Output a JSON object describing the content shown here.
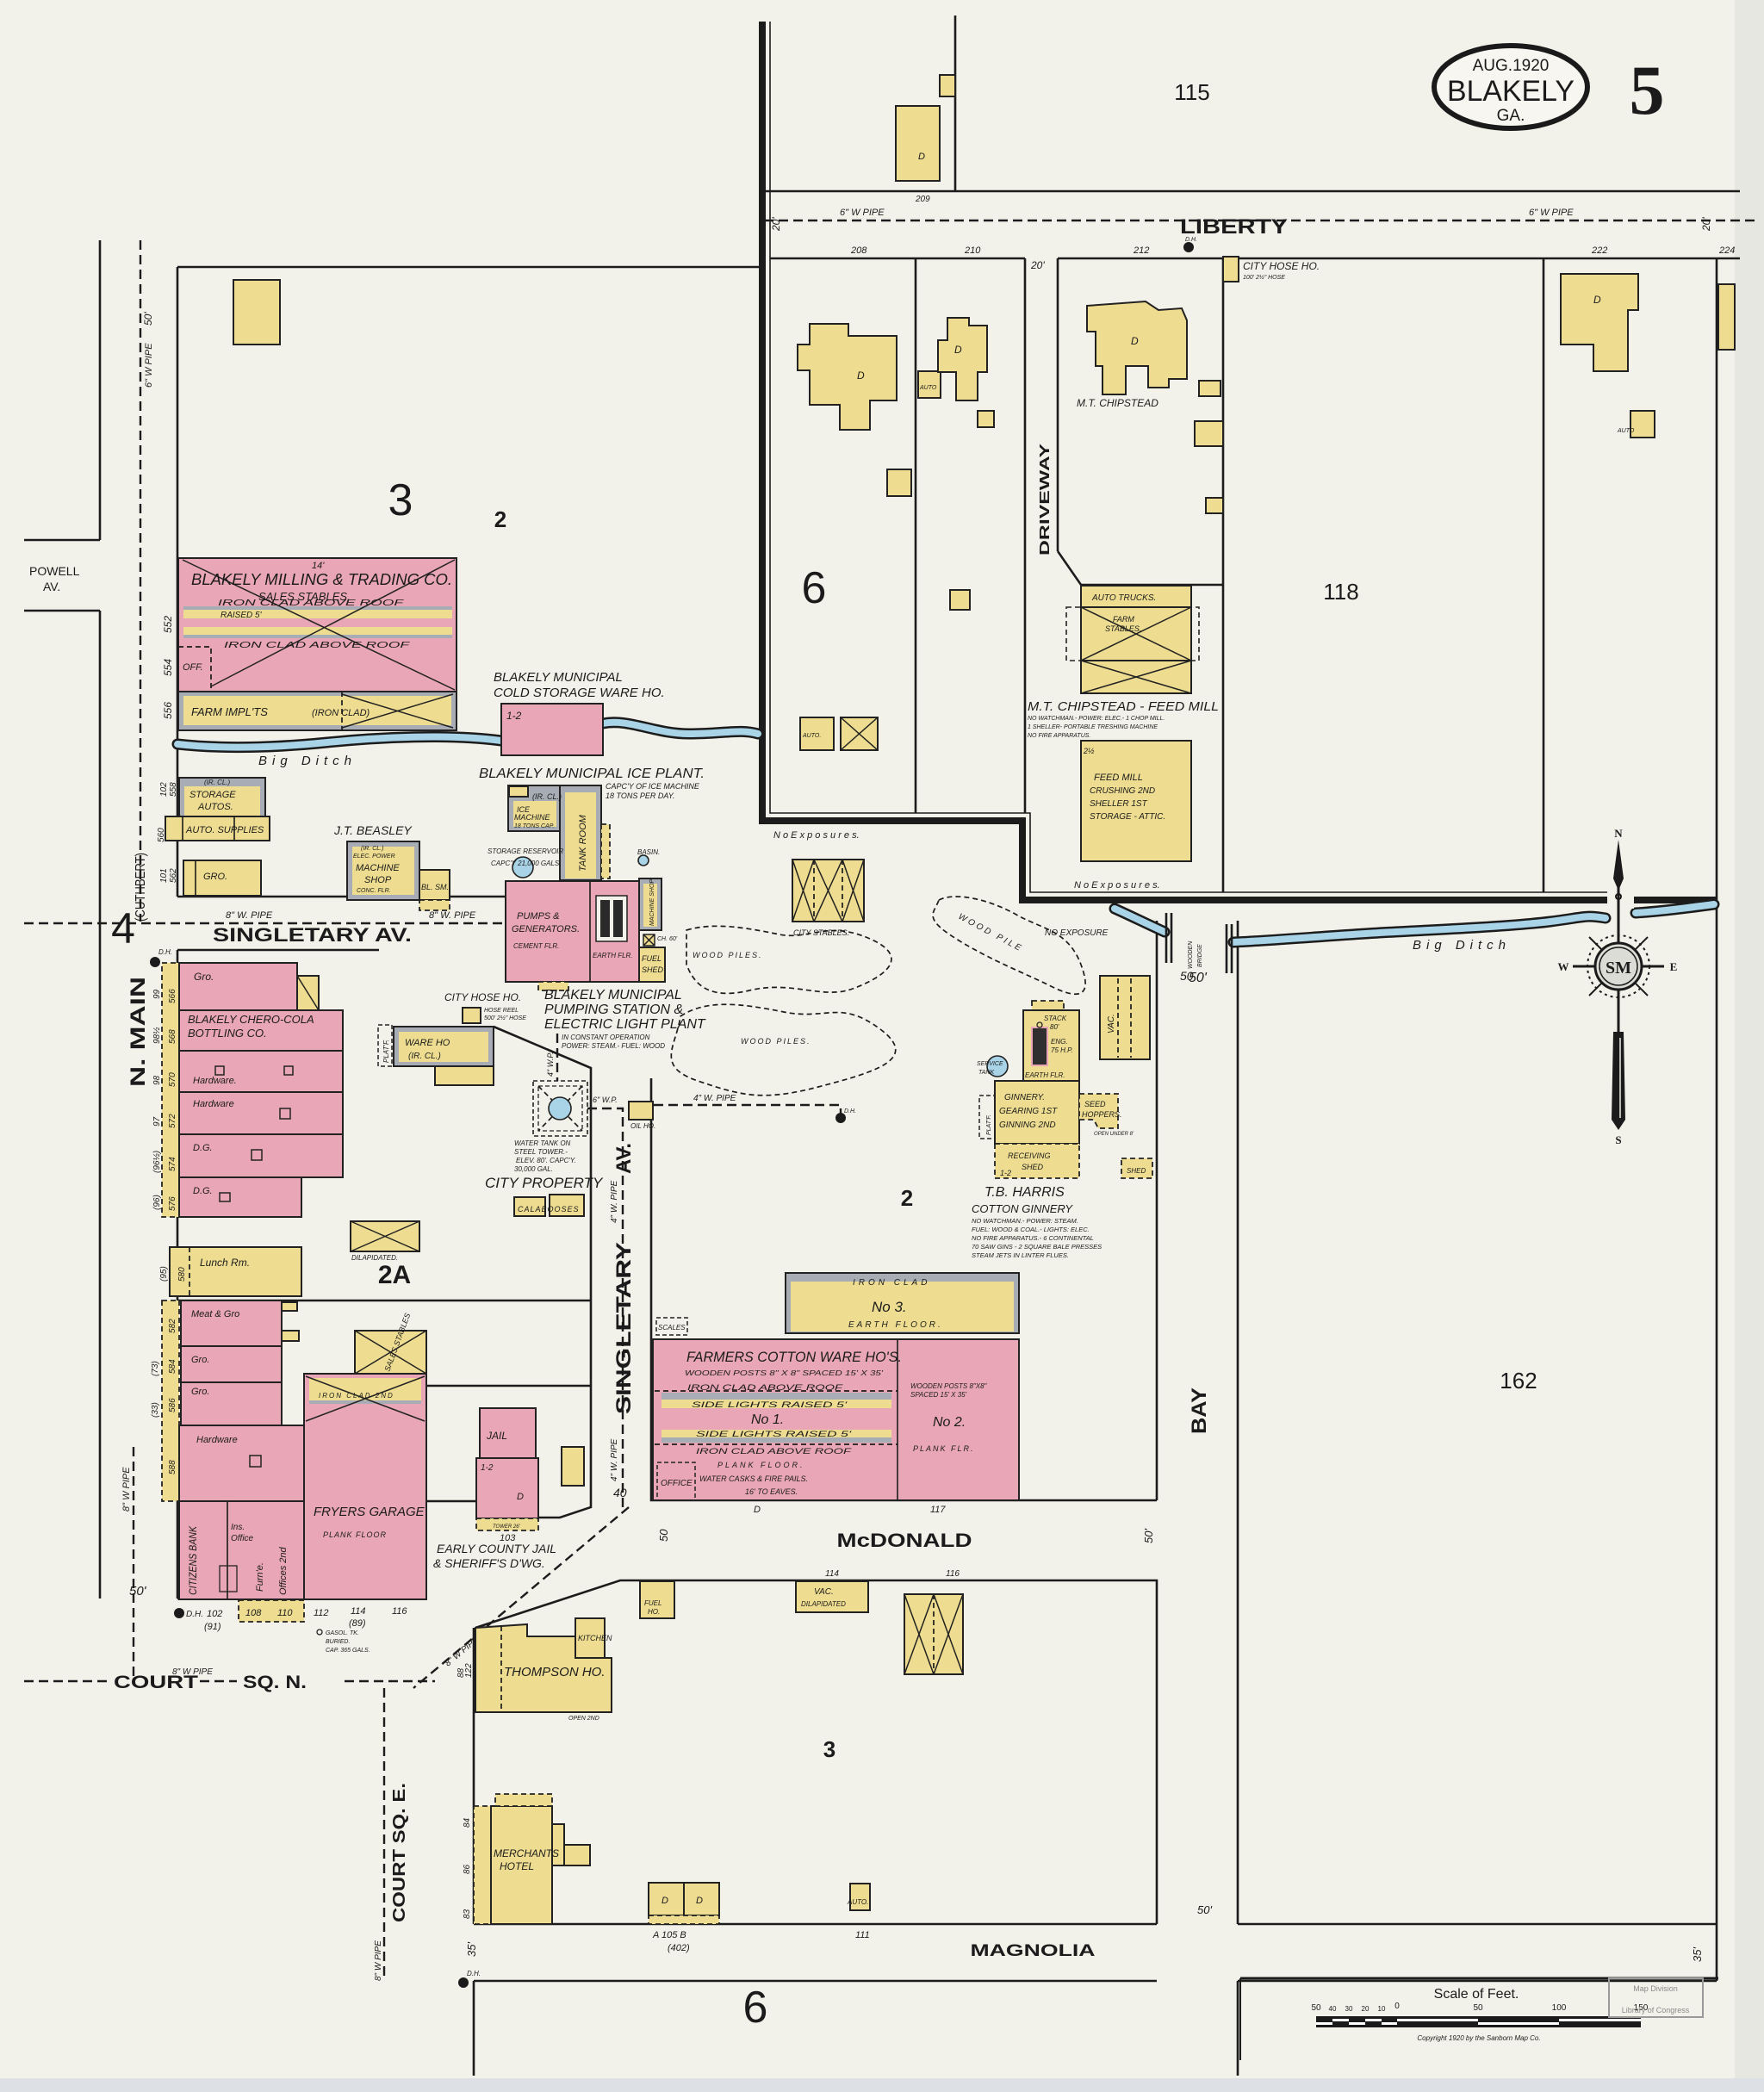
{
  "cartouche": {
    "date": "AUG.1920",
    "city": "BLAKELY",
    "state": "GA.",
    "sheet_number": "5"
  },
  "block_numbers": {
    "b115": "115",
    "b3_north": "3",
    "b2_north": "2",
    "b6_north": "6",
    "b118": "118",
    "b4": "4",
    "b2a": "2A",
    "b2_center": "2",
    "b162": "162",
    "b3_south": "3",
    "b6_south": "6"
  },
  "streets": {
    "liberty": "LIBERTY",
    "powell_1": "POWELL",
    "powell_2": "AV.",
    "singletary_av": "SINGLETARY   AV.",
    "n_main": "N. MAIN",
    "cuthbert": "(CUTHBERT)",
    "singletary_ns": "SINGLETARY",
    "singletary_ns_av": "AV.",
    "driveway": "DRIVEWAY",
    "bay": "BAY",
    "mcdonald": "McDONALD",
    "court_sq_n_1": "COURT",
    "court_sq_n_2": "SQ. N.",
    "court_sq_e": "COURT  SQ. E.",
    "magnolia": "MAGNOLIA"
  },
  "water_pipes": {
    "liberty_w": "6\" W PIPE",
    "liberty_e": "6\" W PIPE",
    "n_main_north": "6\" W PIPE",
    "singletary_w": "8\" W. PIPE",
    "singletary_e": "8\" W. PIPE",
    "tank_east": "6\" W.P.",
    "tank_north": "4\" W.P.",
    "singletary_ns_1": "4\" W. PIPE",
    "singletary_ns_2": "4\" W. PIPE",
    "ginnery_line": "4\" W. PIPE",
    "n_main_south": "8\" W PIPE",
    "court_sq_n": "8\" W PIPE",
    "diagonal": "8\" W PIPE",
    "court_sq_e": "8\" W PIPE"
  },
  "waterways": {
    "ditch_west": "Big Ditch",
    "ditch_east": "Big Ditch"
  },
  "hydrant_label": "D.H.",
  "dimensions": {
    "d50_top_left": "50'",
    "d20_liberty_w": "20'",
    "d20_liberty_e": "20'",
    "d20_driveway": "20'",
    "d50_bridge": "50'",
    "d50_ginnery": "50",
    "d40_singletary": "40",
    "d50_singletary": "50",
    "d50_mcdonald": "50'",
    "d50_court": "50'",
    "d35_magnolia": "35'",
    "d50_magnolia": "50'",
    "d35_right": "35'",
    "d14": "14'"
  },
  "addresses": {
    "liberty": {
      "a208": "208",
      "a209": "209",
      "a210": "210",
      "a212": "212",
      "a222": "222",
      "a224": "224"
    },
    "n_main": {
      "a552": "552",
      "a554": "554",
      "a556": "556",
      "a558": "558",
      "a102": "102",
      "a560": "560",
      "a101": "101",
      "a562": "562",
      "a566": "566",
      "a568": "568",
      "a570": "570",
      "a572": "572",
      "a574": "574",
      "a576": "576",
      "o99": "99",
      "o98h": "98½",
      "o98": "98",
      "o97": "97",
      "o96h": "(96½)",
      "o96": "(96)",
      "a580": "580",
      "o95": "(95)",
      "a582": "582",
      "a584": "584",
      "a586": "586",
      "a588": "588",
      "o73": "(73)",
      "o33": "(33)"
    },
    "court_sq_n": {
      "a102": "102",
      "o91": "(91)",
      "a108": "108",
      "a110": "110",
      "a112": "112",
      "a114": "114",
      "o89": "(89)",
      "a116": "116"
    },
    "mcdonald": {
      "a_d": "D",
      "a117": "117",
      "a114": "114",
      "a116": "116"
    },
    "court_sq_e": {
      "a88": "88",
      "a122": "122",
      "a84": "84",
      "a86": "86",
      "a83": "83"
    },
    "magnolia": {
      "a105": "A   105   B",
      "o402": "(402)",
      "a111": "111"
    },
    "jail": {
      "a103": "103"
    }
  },
  "milling": {
    "name": "BLAKELY MILLING & TRADING CO.",
    "sub": "SALES STABLES.",
    "ic1": "IRON CLAD ABOVE ROOF",
    "raised": "RAISED 5'",
    "ic2": "IRON CLAD ABOVE ROOF",
    "off": "OFF.",
    "farm": "FARM IMPL'TS",
    "farm_ic": "(IRON CLAD)"
  },
  "cold_storage": {
    "line1": "BLAKELY MUNICIPAL",
    "line2": "COLD STORAGE WARE HO.",
    "stories": "1-2"
  },
  "ice_plant": {
    "title": "BLAKELY MUNICIPAL ICE PLANT.",
    "cap1": "CAPC'Y OF ICE MACHINE",
    "cap2": "18 TONS PER DAY.",
    "ice_1": "ICE",
    "ice_2": "MACHINE",
    "ice_3": "18 TONS CAP.",
    "ir_cl": "(IR.   CL.)",
    "tank_room": "TANK ROOM",
    "reservoir_1": "STORAGE RESERVOIR",
    "reservoir_2": "CAPC'Y 21,000 GALS.",
    "basin": "BASIN.",
    "pumps_1": "PUMPS &",
    "pumps_2": "GENERATORS.",
    "cement": "CEMENT FLR.",
    "earth": "EARTH FLR.",
    "machine_shop": "MACHINE SHOP",
    "chimney": "CH. 60'",
    "fuel_1": "FUEL",
    "fuel_2": "SHED",
    "wood_piles_1": "WOOD PILES.",
    "wood_piles_2": "WOOD PILES."
  },
  "pumping_station": {
    "l1": "BLAKELY MUNICIPAL",
    "l2": "PUMPING STATION &",
    "l3": "ELECTRIC LIGHT PLANT",
    "n1": "IN CONSTANT OPERATION",
    "n2": "POWER: STEAM.- FUEL: WOOD",
    "tank_1": "WATER TANK ON",
    "tank_2": "STEEL TOWER.-",
    "tank_3": "ELEV. 80'. CAPC'Y.",
    "tank_4": "30,000 GAL."
  },
  "city_property": {
    "label": "CITY PROPERTY",
    "calabooses": "CALABOOSES",
    "hose_ho": "CITY HOSE HO.",
    "hose_1": "HOSE REEL",
    "hose_2": "500' 2½\" HOSE",
    "ware_1": "WARE HO",
    "ware_2": "(IR. CL.)",
    "platf": "PLAT'F.",
    "oil": "OIL HO."
  },
  "beasley": {
    "name": "J.T. BEASLEY",
    "ircl": "(IR. CL.)",
    "power": "ELEC. POWER",
    "shop_1": "MACHINE",
    "shop_2": "SHOP",
    "floor": "CONC. FLR.",
    "bl_sm": "BL. SM."
  },
  "n_main_north": {
    "storage_ircl": "(IR. CL.)",
    "storage_1": "STORAGE",
    "storage_2": "AUTOS.",
    "auto_supplies": "AUTO. SUPPLIES",
    "gro": "GRO."
  },
  "n_main_block": {
    "gro": "Gro.",
    "chero_1": "BLAKELY CHERO-COLA",
    "chero_2": "BOTTLING CO.",
    "hw1": "Hardware.",
    "hw2": "Hardware",
    "dg1": "D.G.",
    "dg2": "D.G."
  },
  "court_block": {
    "lunch": "Lunch Rm.",
    "dilapidated": "DILAPIDATED.",
    "meat": "Meat & Gro",
    "gro1": "Gro.",
    "gro2": "Gro.",
    "hardware": "Hardware",
    "sales_stables": "SALES STABLES",
    "ironclad": "IRON CLAD 2ND",
    "citizens": "CITIZENS BANK",
    "ins_1": "Ins.",
    "ins_2": "Office",
    "furn": "Furn'e.",
    "offices": "Offices 2nd",
    "fryers": "FRYERS GARAGE",
    "plank": "PLANK FLOOR",
    "gasol_1": "GASOL. TK.",
    "gasol_2": "BURIED.",
    "gasol_3": "CAP. 365 GALS."
  },
  "jail": {
    "jail": "JAIL",
    "stories": "1-2",
    "d": "D",
    "tower": "TOWER 26'",
    "l1": "EARLY COUNTY JAIL",
    "l2": "& SHERIFF'S D'WG."
  },
  "cotton_warehouse": {
    "iron_clad": "IRON CLAD",
    "no3": "No 3.",
    "earth": "EARTH FLOOR.",
    "scales": "SCALES",
    "name": "FARMERS COTTON WARE HO'S.",
    "posts": "WOODEN POSTS 8\" X 8\" SPACED 15' X 35'",
    "ic1": "IRON CLAD ABOVE ROOF",
    "sl1": "SIDE LIGHTS RAISED 5'",
    "no1": "No 1.",
    "sl2": "SIDE LIGHTS RAISED 5'",
    "ic2": "IRON CLAD ABOVE ROOF",
    "plank": "PLANK FLOOR.",
    "casks": "WATER CASKS & FIRE PAILS.",
    "eaves": "16' TO EAVES.",
    "office": "OFFICE",
    "posts2_1": "WOODEN POSTS 8\"X8\"",
    "posts2_2": "SPACED 15' X 35'",
    "no2": "No 2.",
    "plank2": "PLANK FLR."
  },
  "ginnery": {
    "stack_1": "STACK",
    "stack_2": "80'",
    "eng_1": "ENG.",
    "eng_2": "75 H.P.",
    "earth": "EARTH FLR.",
    "tank_1": "SERVICE",
    "tank_2": "TANK",
    "ginnery": "GINNERY.",
    "gearing": "GEARING 1ST",
    "ginning": "GINNING 2ND",
    "platf": "PLAT'F.",
    "seed_1": "SEED",
    "seed_2": "HOPPERS.",
    "open": "OPEN UNDER 8'",
    "receiving_1": "RECEIVING",
    "receiving_2": "SHED",
    "receiving_3": "1-2",
    "vac": "VAC.",
    "shed": "SHED",
    "owner": "T.B. HARRIS",
    "type": "COTTON GINNERY",
    "notes": [
      "NO WATCHMAN.- POWER: STEAM.",
      "FUEL: WOOD & COAL.- LIGHTS: ELEC.",
      "NO FIRE APPARATUS.- 6 CONTINENTAL",
      "70 SAW GINS - 2 SQUARE BALE PRESSES",
      "STEAM JETS IN LINTER FLUES."
    ]
  },
  "chipstead": {
    "owner": "M.T. CHIPSTEAD",
    "d": "D",
    "hose_ho": "CITY HOSE HO.",
    "hose_detail": "100' 2½\" HOSE",
    "auto_trucks": "AUTO TRUCKS.",
    "farm_1": "FARM",
    "farm_2": "STABLES.",
    "title": "M.T. CHIPSTEAD - FEED MILL",
    "notes": [
      "NO WATCHMAN.- POWER: ELEC.- 1 CHOP MILL.",
      "1 SHELLER- PORTABLE TRESHING MACHINE",
      "NO FIRE APPARATUS."
    ],
    "stories": "2½",
    "mill_1": "FEED MILL",
    "mill_2": "CRUSHING 2ND",
    "mill_3": "SHELLER 1ST",
    "mill_4": "STORAGE - ATTIC."
  },
  "block6": {
    "d1": "D",
    "d2": "D",
    "d3": "D",
    "auto1": "AUTO",
    "auto2": "AUTO."
  },
  "east_block": {
    "d": "D",
    "auto": "AUTO"
  },
  "misc": {
    "city_stables": "CITY STABLES.",
    "wood_pile": "WOOD PILE",
    "no_exposure": "NO EXPOSURE",
    "no_exposures_1": "N o     E x p o s u r e s.",
    "no_exposures_2": "N o     E x p o s u r e s.",
    "bridge_1": "WOODEN",
    "bridge_2": "BRIDGE"
  },
  "south": {
    "thompson": "THOMPSON HO.",
    "kitchen": "KITCHEN",
    "open": "OPEN 2ND",
    "fuel_1": "FUEL",
    "fuel_2": "HO.",
    "vac": "VAC.",
    "dilapidated": "DILAPIDATED",
    "merchants_1": "MERCHANTS",
    "merchants_2": "HOTEL",
    "d1": "D",
    "d2": "D",
    "auto": "AUTO."
  },
  "compass": {
    "n": "N",
    "s": "S",
    "e": "E",
    "w": "W",
    "monogram": "SM"
  },
  "scale": {
    "title": "Scale of Feet.",
    "t50l": "50",
    "t40": "40",
    "t30": "30",
    "t20": "20",
    "t10": "10",
    "t0": "0",
    "t50": "50",
    "t100": "100",
    "t150": "150",
    "copyright": "Copyright 1920 by the Sanborn Map Co.",
    "stamp_1": "Map Division",
    "stamp_2": "Library of Congress"
  },
  "legend_colors": {
    "brick": "#e9a6b6",
    "frame": "#eedd90",
    "iron_clad": "#a8adb5",
    "water": "#a9d3e6",
    "paper": "#f3f2ea"
  }
}
